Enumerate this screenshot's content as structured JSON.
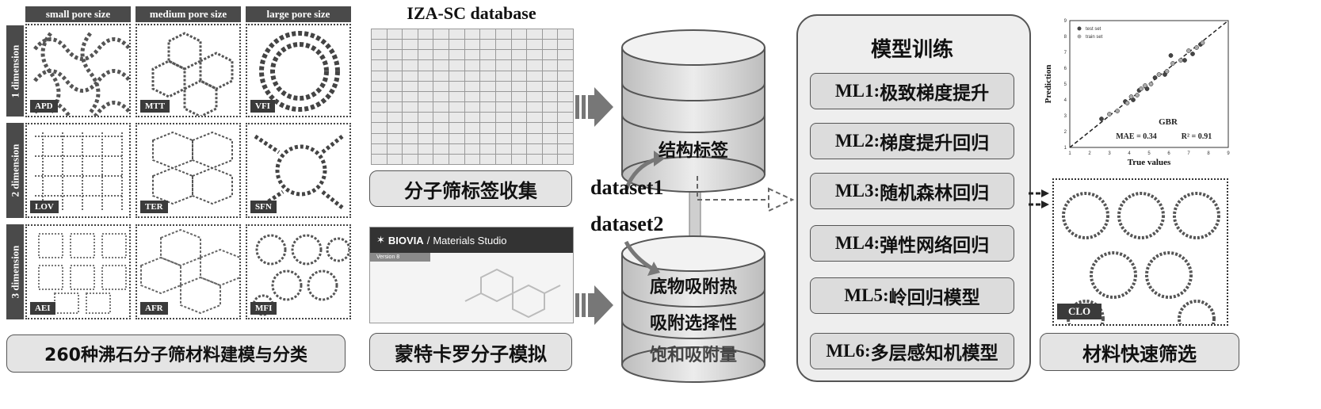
{
  "left_panel": {
    "column_headers": [
      "small pore size",
      "medium pore size",
      "large pore size"
    ],
    "row_headers": [
      "1 dimension",
      "2 dimension",
      "3 dimension"
    ],
    "cells": [
      [
        "APD",
        "MTT",
        "VFI"
      ],
      [
        "LOV",
        "TER",
        "SFN"
      ],
      [
        "AEI",
        "AFR",
        "MFI"
      ]
    ],
    "caption": "260种沸石分子筛材料建模与分类"
  },
  "database": {
    "title": "IZA-SC database",
    "caption": "分子筛标签收集"
  },
  "materials_studio": {
    "brand": "BIOVIA",
    "product": "Materials Studio",
    "version": "Version 8",
    "caption": "蒙特卡罗分子模拟"
  },
  "datasets": {
    "dataset1": "dataset1",
    "dataset2": "dataset2",
    "cylinder_top_label": "结构标签",
    "cylinder_bottom_labels": [
      "底物吸附热",
      "吸附选择性",
      "饱和吸附量"
    ]
  },
  "training": {
    "title": "模型训练",
    "models": [
      {
        "prefix": "ML1:",
        "text": " 极致梯度提升"
      },
      {
        "prefix": "ML2:",
        "text": "梯度提升回归"
      },
      {
        "prefix": "ML3:",
        "text": "随机森林回归"
      },
      {
        "prefix": "ML4:",
        "text": "弹性网络回归"
      },
      {
        "prefix": "ML5:",
        "text": "岭回归模型"
      },
      {
        "prefix": "ML6:",
        "text": "多层感知机模型"
      }
    ]
  },
  "result": {
    "structure_tag": "CLO",
    "caption": "材料快速筛选"
  },
  "chart_data": {
    "type": "scatter",
    "title": "GBR",
    "xlabel": "True values",
    "ylabel": "Prediction",
    "xlim": [
      1,
      9
    ],
    "ylim": [
      1,
      9
    ],
    "xticks": [
      "1",
      "2",
      "3",
      "4",
      "5",
      "6",
      "7",
      "8",
      "9"
    ],
    "yticks": [
      "1",
      "2",
      "3",
      "4",
      "5",
      "6",
      "7",
      "8",
      "9"
    ],
    "legend_placement": "top-left",
    "annotations": [
      "MAE = 0.34",
      "R² = 0.91"
    ],
    "series": [
      {
        "name": "test set",
        "x": [
          2.6,
          3.8,
          4.2,
          4.5,
          4.9,
          5.3,
          5.8,
          6.1,
          6.8,
          7.2,
          7.6
        ],
        "y": [
          2.8,
          3.9,
          4.0,
          4.6,
          4.7,
          5.4,
          5.6,
          6.8,
          6.5,
          6.9,
          7.5
        ]
      },
      {
        "name": "train set",
        "x": [
          3.0,
          3.4,
          3.9,
          4.1,
          4.4,
          4.6,
          4.8,
          5.1,
          5.5,
          5.9,
          6.2,
          6.6,
          7.0,
          7.4,
          7.7
        ],
        "y": [
          3.1,
          3.3,
          3.8,
          4.2,
          4.3,
          4.7,
          4.9,
          5.0,
          5.6,
          5.8,
          6.3,
          6.5,
          7.1,
          7.3,
          7.6
        ]
      }
    ]
  }
}
